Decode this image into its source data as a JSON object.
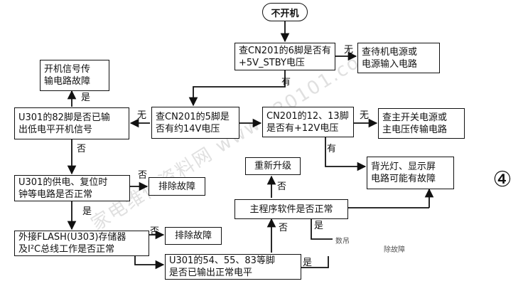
{
  "start": "不开机",
  "boxes": {
    "b1": "查CN201的6脚是否有\n+5V_STBY电压",
    "b2": "查待机电源或\n电源输入电路",
    "b3": "开机信号传\n输电路故障",
    "b4": "U301的82脚是否已输\n出低电平开机信号",
    "b5": "查CN201的5脚是\n否有约14V电压",
    "b6": "CN201的12、13脚\n是否有+12V电压",
    "b7": "查主开关电源或\n主电压传输电路",
    "b8": "U301的供电、复位时\n钟等电路是否正常",
    "b9": "排除故障",
    "b10": "重新升级",
    "b11": "背光灯、显示屏\n电路可能有故障",
    "b12": "主程序软件是否正常",
    "b13": "外接FLASH(U303)存储器\n及I²C总线工作是否正常",
    "b14": "排除故障",
    "b15": "U301的54、55、83等脚\n是否已输出正常电平"
  },
  "labels": {
    "l1": "无",
    "l2": "有",
    "l3": "是",
    "l4": "无",
    "l5": "无",
    "l6": "有",
    "l7": "否",
    "l8": "否",
    "l9": "是",
    "l10": "否",
    "l11": "否",
    "l12": "是",
    "l13": "否",
    "l14": "是"
  },
  "fragments": {
    "f1": "数吊",
    "f2": "除故障"
  },
  "page_number": "④",
  "watermark": "家电维修资料网 www.520101.com"
}
